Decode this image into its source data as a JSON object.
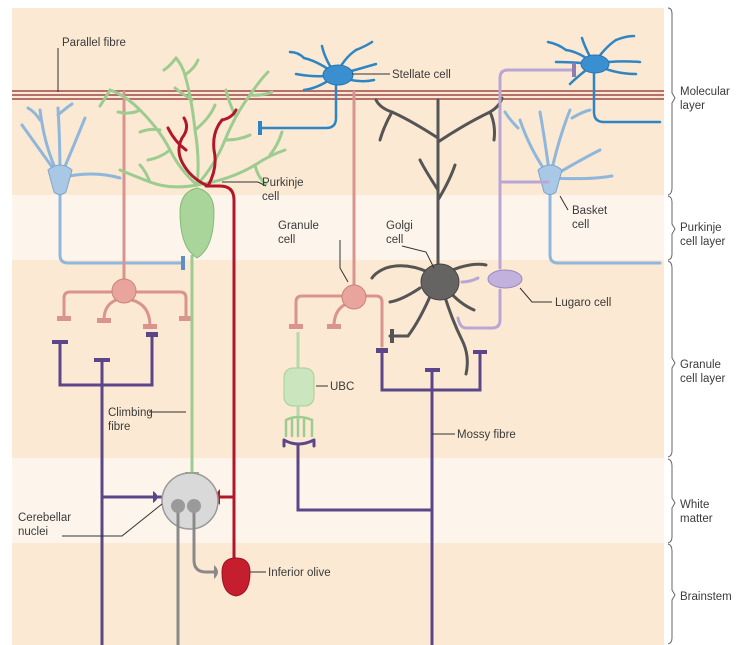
{
  "labels": {
    "parallel_fibre": "Parallel fibre",
    "stellate_cell": "Stellate cell",
    "purkinje_cell": [
      "Purkinje",
      "cell"
    ],
    "granule_cell": [
      "Granule",
      "cell"
    ],
    "golgi_cell": [
      "Golgi",
      "cell"
    ],
    "basket_cell": [
      "Basket",
      "cell"
    ],
    "lugaro_cell": "Lugaro cell",
    "ubc": "UBC",
    "climbing_fibre": [
      "Climbing",
      "fibre"
    ],
    "mossy_fibre": "Mossy fibre",
    "cerebellar_nuclei": [
      "Cerebellar",
      "nuclei"
    ],
    "inferior_olive": "Inferior olive"
  },
  "layers": [
    {
      "name": "molecular",
      "label": [
        "Molecular",
        "layer"
      ]
    },
    {
      "name": "purkinje",
      "label": [
        "Purkinje",
        "cell layer"
      ]
    },
    {
      "name": "granule",
      "label": [
        "Granule",
        "cell layer"
      ]
    },
    {
      "name": "white-matter",
      "label": [
        "White",
        "matter"
      ]
    },
    {
      "name": "brainstem",
      "label": [
        "Brainstem"
      ]
    }
  ],
  "colors": {
    "band_warm": "#fbe9d3",
    "band_light": "#fdf5ec",
    "parallel_fibre": "#b5706c",
    "granule": "#d9948e",
    "purkinje": "#9ccc8f",
    "climbing": "#b0182a",
    "mossy": "#5c468a",
    "stellate": "#2d86c3",
    "basket": "#8fb7dc",
    "golgi": "#555555",
    "lugaro": "#b9a6d4",
    "ubc": "#cbe5bf",
    "nuclei": "#d9d9d9"
  }
}
